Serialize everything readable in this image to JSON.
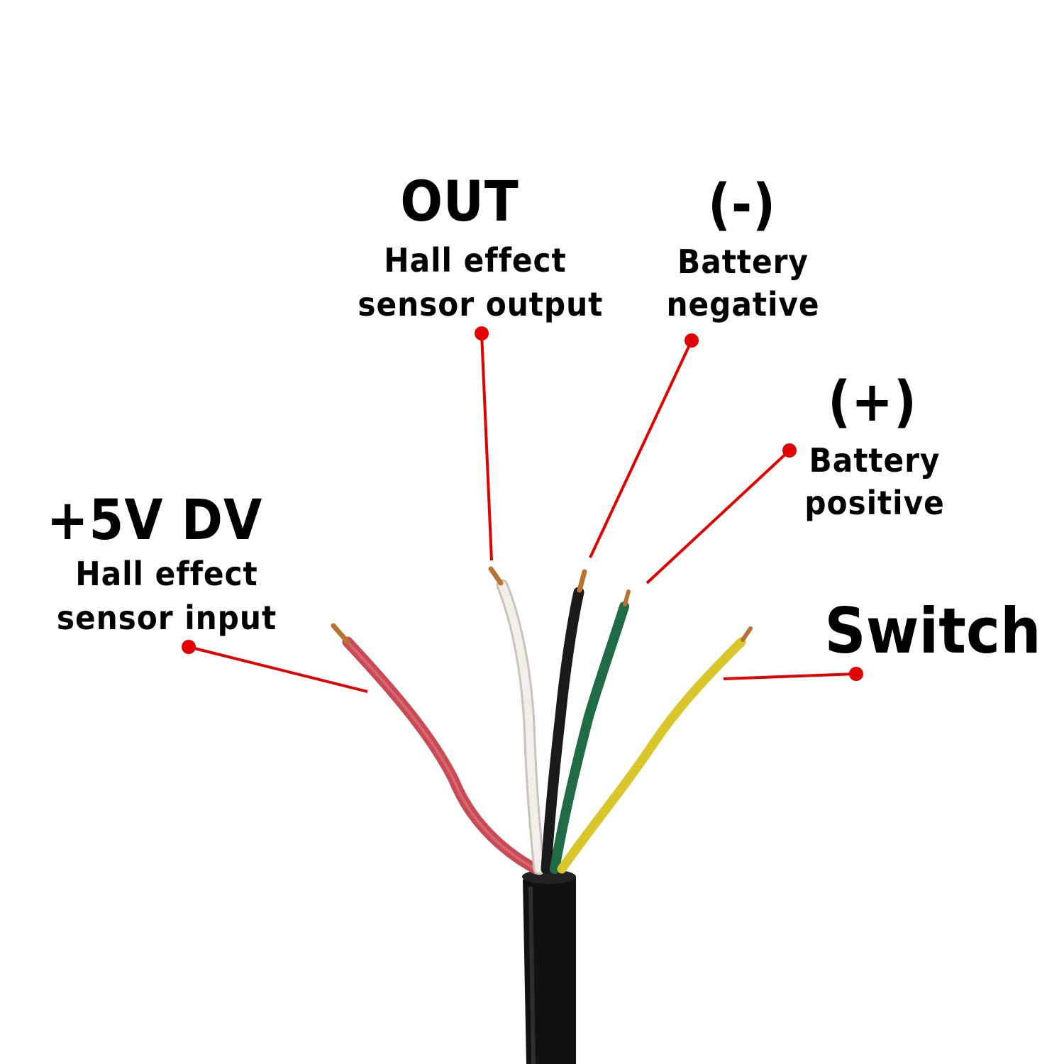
{
  "labels": {
    "out": {
      "title": "OUT",
      "line1": "Hall effect",
      "line2": "sensor output"
    },
    "negative": {
      "title": "(-)",
      "line1": "Battery",
      "line2": "negative"
    },
    "positive": {
      "title": "(+)",
      "line1": "Battery",
      "line2": "positive"
    },
    "vcc": {
      "title": "+5V DV",
      "line1": "Hall effect",
      "line2": "sensor input"
    },
    "switch": {
      "title": "Switch"
    }
  },
  "colors": {
    "pointer": "#e30000",
    "cable": "#111111",
    "red_wire": "#c94a55",
    "white_wire": "#ece9e2",
    "black_wire": "#1a1a1a",
    "green_wire": "#1f6b45",
    "yellow_wire": "#d9c62a",
    "copper": "#b87333"
  }
}
